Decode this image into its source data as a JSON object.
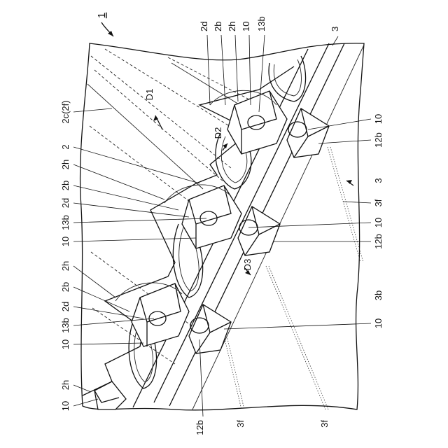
{
  "figure": {
    "ref_main": "1",
    "labels": {
      "top_2d": "2d",
      "top_2b": "2b",
      "top_2h": "2h",
      "top_10": "10",
      "top_13b": "13b",
      "top_3": "3",
      "l_2c2f": "2c(2f)",
      "l_2": "2",
      "l_2h_a": "2h",
      "l_2b_a": "2b",
      "l_2d_a": "2d",
      "l_13b_a": "13b",
      "l_10_a": "10",
      "l_2h_b": "2h",
      "l_2b_b": "2b",
      "l_2d_b": "2d",
      "l_13b_b": "13b",
      "l_10_b": "10",
      "l_2h_c": "2h",
      "l_10_c": "10",
      "r_10_a": "10",
      "r_12b_a": "12b",
      "r_3": "3",
      "r_3f": "3f",
      "r_10_b": "10",
      "r_12b_b": "12b",
      "r_3b": "3b",
      "r_10_c": "10",
      "b_12b": "12b",
      "b_3f_a": "3f",
      "b_3f_b": "3f",
      "d1": "D1",
      "d2": "D2",
      "d3": "D3"
    }
  }
}
